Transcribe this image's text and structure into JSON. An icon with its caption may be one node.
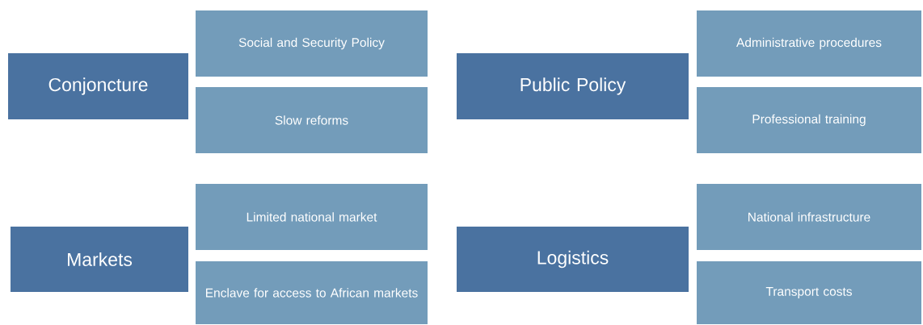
{
  "diagram": {
    "nodes": [
      {
        "text": [
          "Conjoncture"
        ]
      },
      {
        "text": [
          "Social and Security Policy"
        ]
      },
      {
        "text": [
          "Slow reforms"
        ]
      },
      {
        "text": [
          "Public Policy"
        ]
      },
      {
        "text": [
          "Administrative procedures"
        ]
      },
      {
        "text": [
          "Professional training"
        ]
      },
      {
        "text": [
          "Markets"
        ]
      },
      {
        "text": [
          "Limited national market"
        ]
      },
      {
        "text": [
          "Enclave for access to African markets"
        ]
      },
      {
        "text": [
          "Logistics"
        ]
      },
      {
        "text": [
          "National infrastructure"
        ]
      },
      {
        "text": [
          "Transport costs"
        ]
      }
    ]
  }
}
